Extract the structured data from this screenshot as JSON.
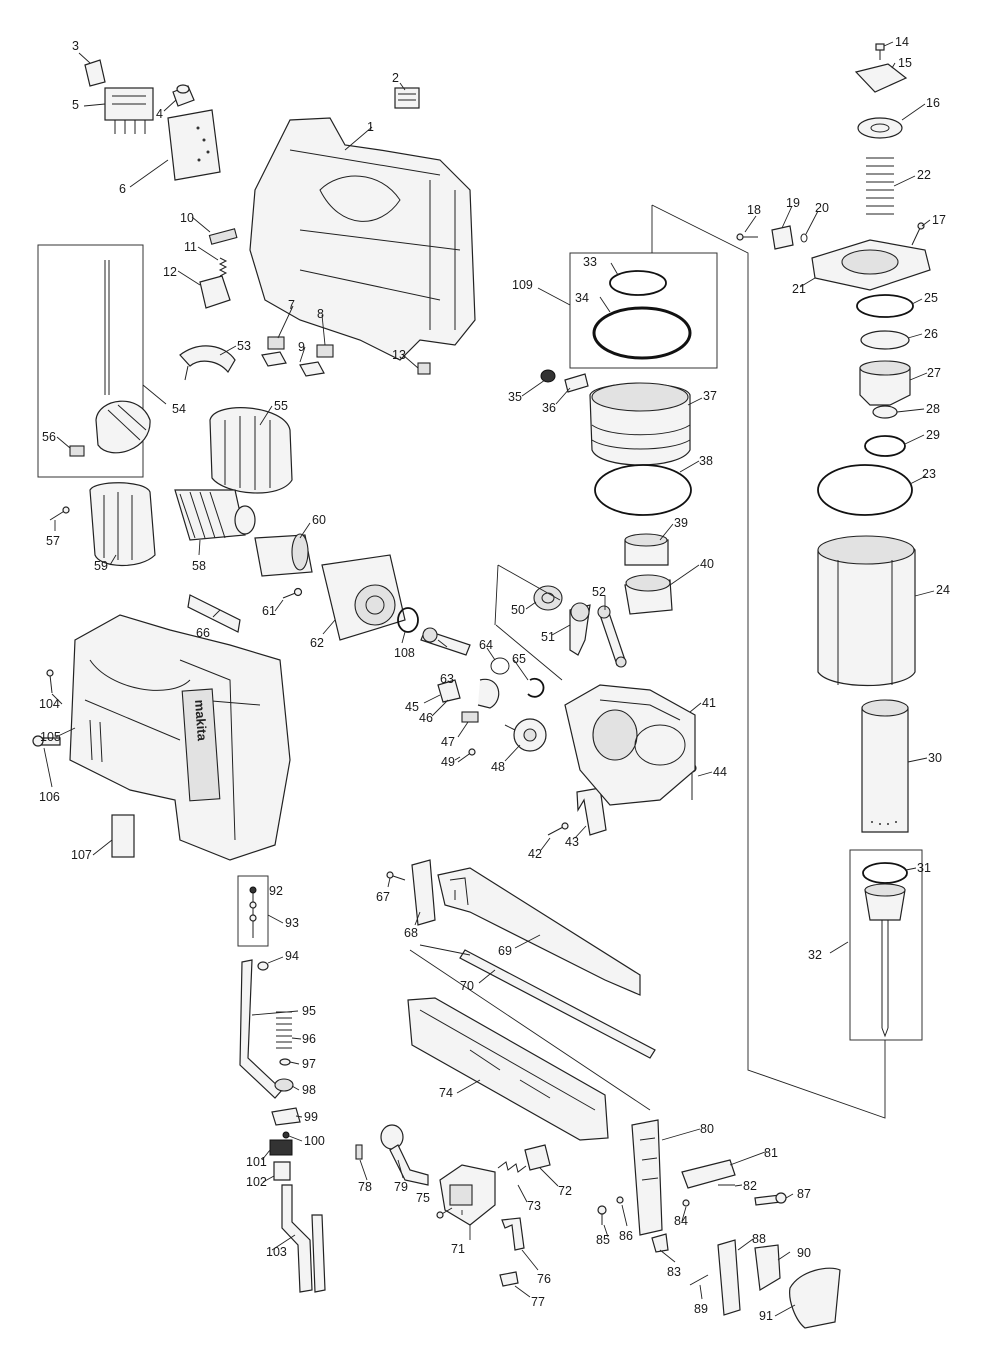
{
  "diagram": {
    "labels": [
      "1",
      "2",
      "3",
      "4",
      "5",
      "6",
      "7",
      "8",
      "9",
      "10",
      "11",
      "12",
      "13",
      "14",
      "15",
      "16",
      "17",
      "18",
      "19",
      "20",
      "21",
      "22",
      "23",
      "24",
      "25",
      "26",
      "27",
      "28",
      "29",
      "30",
      "31",
      "32",
      "33",
      "34",
      "35",
      "36",
      "37",
      "38",
      "39",
      "40",
      "41",
      "42",
      "43",
      "44",
      "45",
      "46",
      "47",
      "48",
      "49",
      "50",
      "51",
      "52",
      "53",
      "54",
      "55",
      "56",
      "57",
      "58",
      "59",
      "60",
      "61",
      "62",
      "63",
      "64",
      "65",
      "66",
      "67",
      "68",
      "69",
      "70",
      "71",
      "72",
      "73",
      "74",
      "75",
      "76",
      "77",
      "78",
      "79",
      "80",
      "81",
      "82",
      "83",
      "84",
      "85",
      "86",
      "87",
      "88",
      "89",
      "90",
      "91",
      "92",
      "93",
      "94",
      "95",
      "96",
      "97",
      "98",
      "99",
      "100",
      "101",
      "102",
      "103",
      "104",
      "105",
      "106",
      "107",
      "108",
      "109"
    ],
    "brand_mark": "makita"
  }
}
